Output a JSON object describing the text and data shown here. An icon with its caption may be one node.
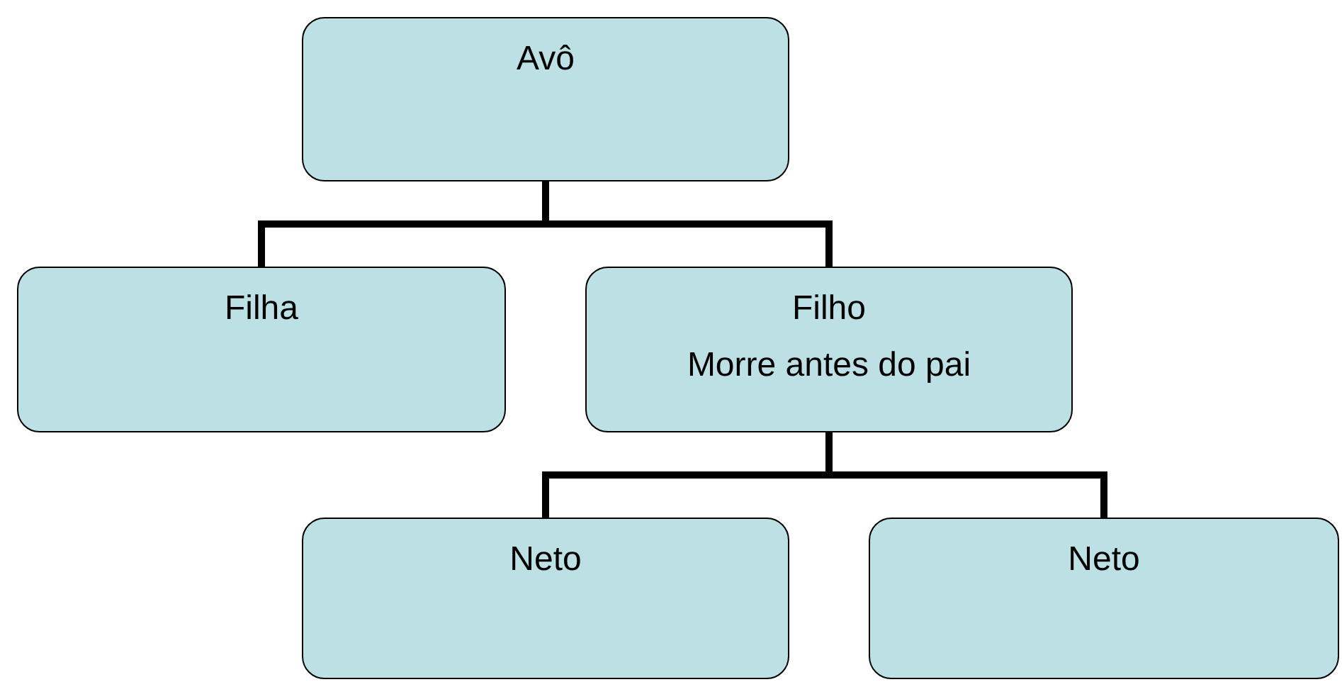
{
  "diagram": {
    "nodes": [
      {
        "text": [
          "Avô"
        ]
      },
      {
        "text": [
          "Filha"
        ]
      },
      {
        "text": [
          "Filho",
          "Morre antes do pai"
        ]
      },
      {
        "text": [
          "Neto"
        ]
      },
      {
        "text": [
          "Neto"
        ]
      }
    ],
    "edges": [
      {
        "from": 0,
        "to": 1,
        "arrow": "none"
      },
      {
        "from": 0,
        "to": 2,
        "arrow": "none"
      },
      {
        "from": 2,
        "to": 3,
        "arrow": "none"
      },
      {
        "from": 2,
        "to": 4,
        "arrow": "none"
      }
    ]
  }
}
